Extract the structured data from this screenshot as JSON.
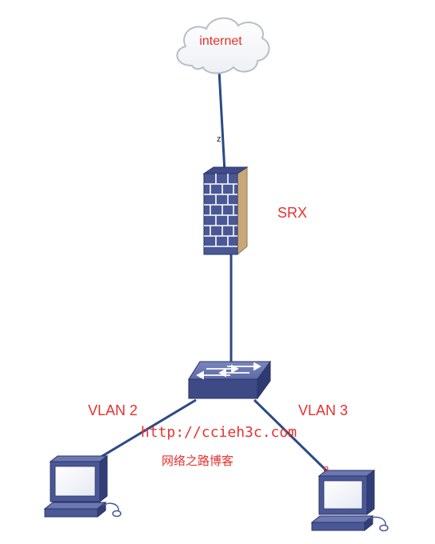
{
  "nodes": {
    "cloud": {
      "label": "internet"
    },
    "firewall": {
      "label": "SRX"
    },
    "switch": {
      "label": ""
    },
    "pc_left": {
      "label": ""
    },
    "pc_right": {
      "label": ""
    }
  },
  "links": {
    "internet_firewall": {
      "label": "z"
    },
    "switch_pc_left": {
      "label": "VLAN 2"
    },
    "switch_pc_right": {
      "label": "VLAN 3"
    },
    "pc_right_marker": "n"
  },
  "watermark": {
    "url": "http://ccieh3c.com",
    "text": "网络之路博客"
  },
  "colors": {
    "label_red": "#e8312f",
    "device_blue": "#4a5896",
    "link_blue": "#2c4a86",
    "cloud_stroke": "#b7bec9"
  }
}
